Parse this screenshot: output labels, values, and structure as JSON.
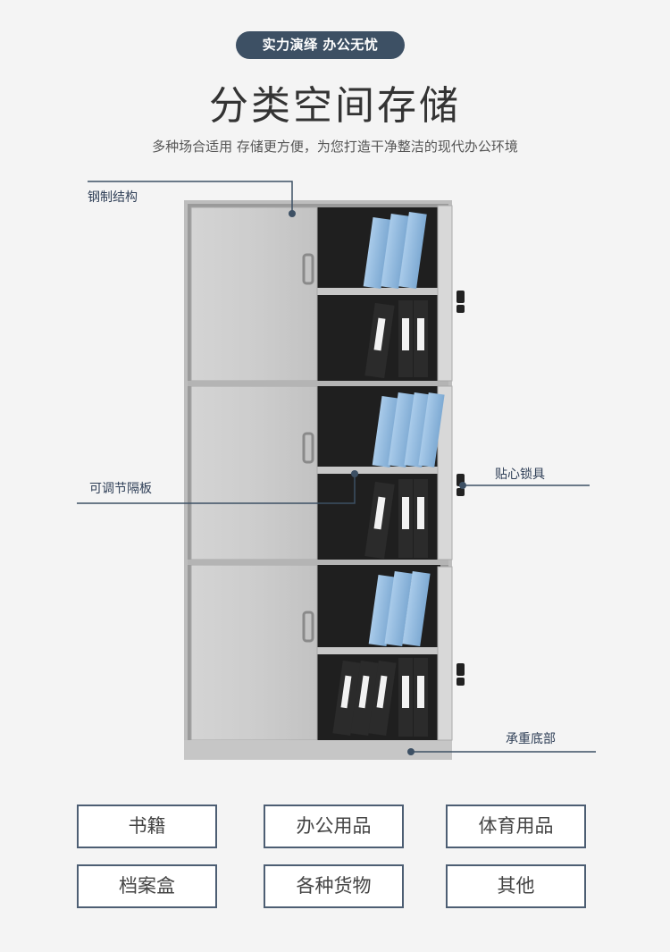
{
  "header": {
    "badge": "实力演绎 办公无忧",
    "title": "分类空间存储",
    "subtitle": "多种场合适用  存储更方便，为您打造干净整洁的现代办公环境"
  },
  "callouts": {
    "steel": "钢制结构",
    "shelf": "可调节隔板",
    "lock": "贴心锁具",
    "base": "承重底部"
  },
  "categories": [
    "书籍",
    "办公用品",
    "体育用品",
    "档案盒",
    "各种货物",
    "其他"
  ],
  "colors": {
    "accent": "#3d5064",
    "cabinet": "#c9c9c9",
    "binder_blue": "#8fb8dd",
    "binder_black": "#2a2a2a"
  }
}
